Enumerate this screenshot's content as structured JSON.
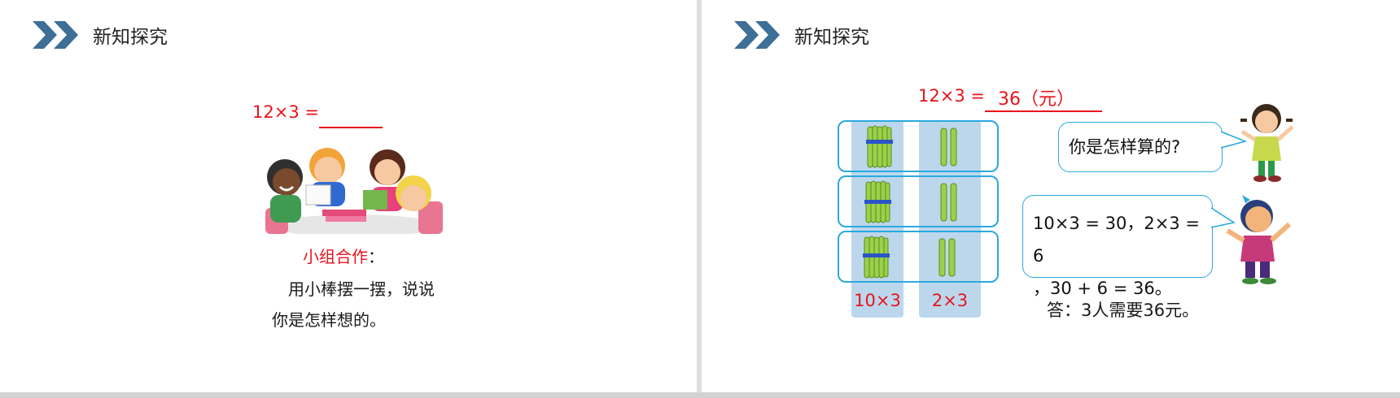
{
  "colors": {
    "accent_red": "#e8141c",
    "header_blue": "#3d6f97",
    "bubble_blue": "#2aa9df",
    "column_bg": "#bcd7ec",
    "stick_green": "#9bd14a"
  },
  "left": {
    "header_title": "新知探究",
    "equation": "12×3 =",
    "task_label": "小组合作",
    "task_colon": "：",
    "task_line1": "用小棒摆一摆，说说",
    "task_line2": "你是怎样想的。",
    "image_icon": "children-studying-illustration"
  },
  "right": {
    "header_title": "新知探究",
    "equation": "12×3 =",
    "answer_value": "36（元）",
    "label_tens": "10×3",
    "label_ones": "2×3",
    "question": "你是怎样算的?",
    "method_line1": "10×3 = 30，2×3 = 6",
    "method_line2": "，30 + 6 = 36。",
    "answer_text": "答：3人需要36元。",
    "bundle_icon": "ten-stick-bundle-icon",
    "stick_icon": "single-stick-icon"
  }
}
